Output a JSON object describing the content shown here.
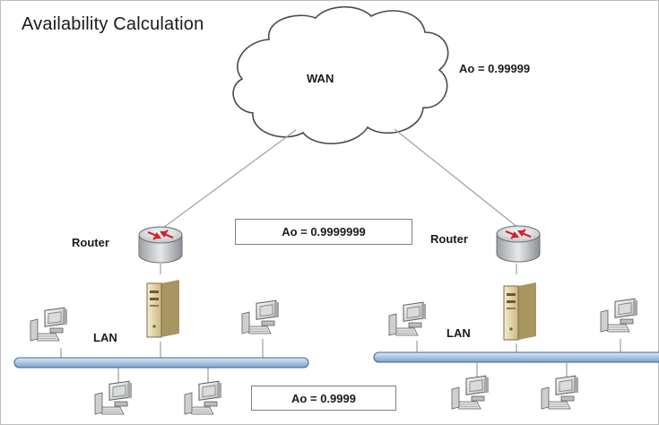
{
  "title": "Availability Calculation",
  "labels": {
    "wan": "WAN",
    "router_left": "Router",
    "router_right": "Router",
    "lan_left": "LAN",
    "lan_right": "LAN"
  },
  "availability": {
    "wan": "Ao =  0.99999",
    "routers": "Ao =  0.9999999",
    "lan": "Ao =  0.9999"
  },
  "colors": {
    "lan_bus": "#a9c4e2",
    "lan_bus_border": "#3f6391",
    "router_icon": "#d6202a",
    "server_body": "#e9d9ae",
    "link_line": "#9a9a9a"
  },
  "icons": [
    "cloud-icon",
    "router-icon",
    "server-icon",
    "workstation-icon"
  ]
}
